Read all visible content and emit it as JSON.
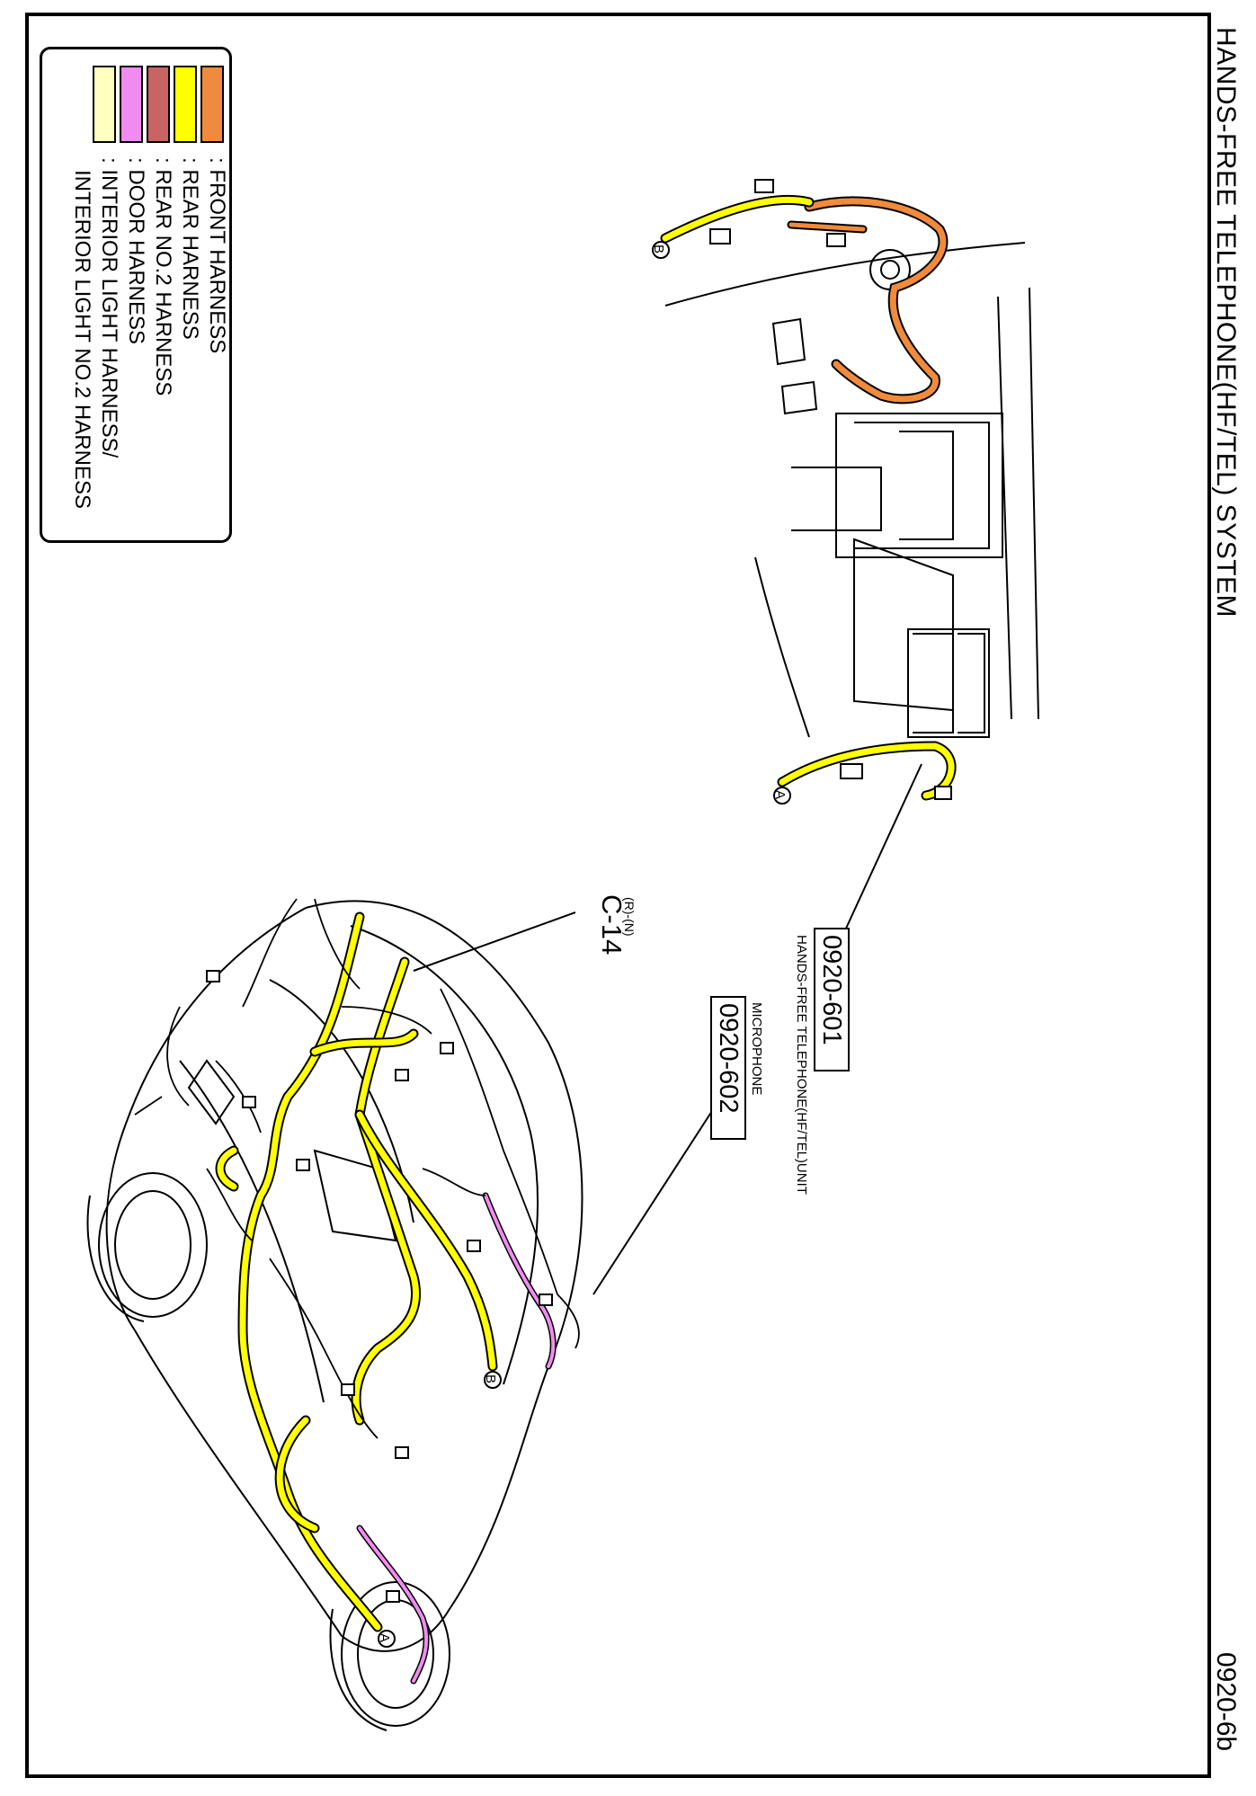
{
  "title": "HANDS-FREE TELEPHONE(HF/TEL) SYSTEM",
  "page_number": "0920-6b",
  "legend": [
    {
      "label": ": FRONT HARNESS",
      "color": "#f08a3c"
    },
    {
      "label": ": REAR HARNESS",
      "color": "#ffff00"
    },
    {
      "label": ": REAR NO.2 HARNESS",
      "color": "#c86464"
    },
    {
      "label": ": DOOR HARNESS",
      "color": "#f08cf0"
    },
    {
      "label": ": INTERIOR LIGHT HARNESS/",
      "color": "#ffffc0"
    },
    {
      "label": "INTERIOR LIGHT NO.2 HARNESS",
      "color": ""
    }
  ],
  "components": [
    {
      "code": "0920-601",
      "name": "HANDS-FREE TELEPHONE(HF/TEL)UNIT"
    },
    {
      "code": "0920-602",
      "name": "MICROPHONE"
    }
  ],
  "connector": {
    "code": "C-14",
    "note": "(R)-(N)"
  },
  "markers": {
    "a": "A",
    "b": "B"
  }
}
